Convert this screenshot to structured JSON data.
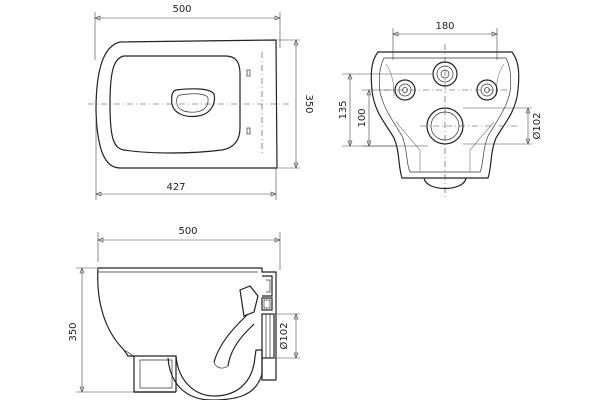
{
  "top_view": {
    "width_label": "500",
    "depth_label": "350",
    "inner_width_label": "427"
  },
  "rear_view": {
    "width_label": "180",
    "height_label": "135",
    "offset_label": "100",
    "pipe_label": "Ø102"
  },
  "side_view": {
    "width_label": "500",
    "height_label": "350",
    "pipe_label": "Ø102"
  }
}
